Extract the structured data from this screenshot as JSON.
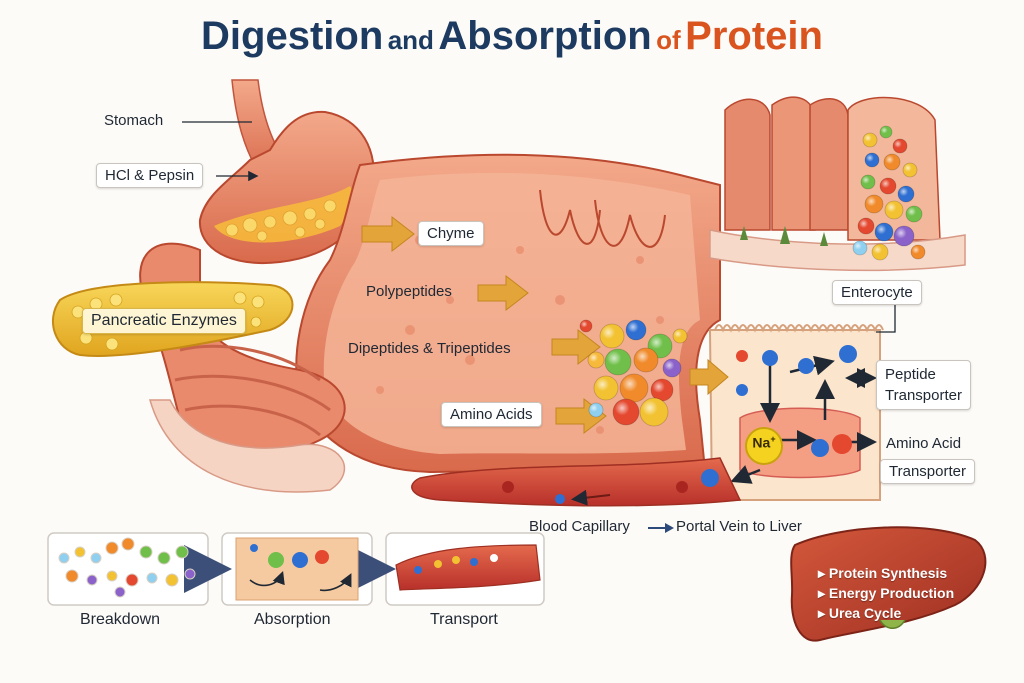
{
  "title": {
    "part1": "Digestion",
    "part2": "and",
    "part3": "Absorption",
    "part4": "of",
    "part5": "Protein"
  },
  "labels": {
    "stomach": "Stomach",
    "hcl_pepsin": "HCl & Pepsin",
    "chyme": "Chyme",
    "pancreatic_enzymes": "Pancreatic Enzymes",
    "polypeptides": "Polypeptides",
    "dipeptides_tripeptides": "Dipeptides & Tripeptides",
    "amino_acids": "Amino Acids",
    "enterocyte": "Enterocyte",
    "peptide_transporter_line1": "Peptide",
    "peptide_transporter_line2": "Transporter",
    "amino_acid_transporter_line1": "Amino Acid",
    "amino_acid_transporter_line2": "Transporter",
    "sodium_base": "Na",
    "sodium_charge": "+",
    "blood_capillary": "Blood Capillary",
    "portal_vein": "Portal Vein to Liver"
  },
  "steps": [
    {
      "label": "Breakdown"
    },
    {
      "label": "Absorption"
    },
    {
      "label": "Transport"
    }
  ],
  "liver": {
    "bullet": "▸",
    "items": [
      "Protein Synthesis",
      "Energy Production",
      "Urea Cycle"
    ]
  },
  "colors": {
    "title_navy": "#1d3a60",
    "title_accent": "#d9541f",
    "arrow_orange": "#e3a43a",
    "tissue": "#e98a6c",
    "tissue_light": "#f6c7ae",
    "pancreas": "#f2c232",
    "liver": "#c2432c",
    "sodium": "#f4d21f",
    "blood": "#c9302c"
  }
}
